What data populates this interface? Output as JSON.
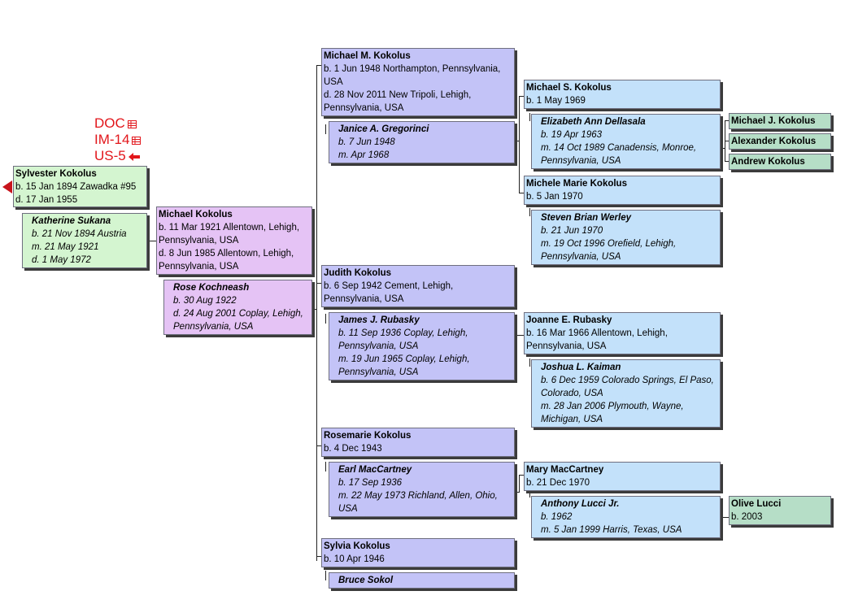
{
  "sources": {
    "doc": "DOC",
    "im": "IM-14",
    "us": "US-5"
  },
  "icons": {
    "doc": "table-icon",
    "im": "table-icon",
    "us": "arrow-left-icon",
    "nav": "triangle-left-icon"
  },
  "people": {
    "sylvester": {
      "name": "Sylvester Kokolus",
      "l1": "b. 15 Jan 1894 Zawadka #95",
      "l2": "d. 17 Jan 1955"
    },
    "katherine": {
      "name": "Katherine Sukana",
      "l1": "b. 21 Nov 1894 Austria",
      "l2": "m. 21 May 1921",
      "l3": "d. 1 May 1972"
    },
    "michael": {
      "name": "Michael Kokolus",
      "l1": "b. 11 Mar 1921 Allentown, Lehigh,",
      "l2": "Pennsylvania, USA",
      "l3": "d. 8 Jun 1985 Allentown, Lehigh,",
      "l4": "Pennsylvania, USA"
    },
    "rose": {
      "name": "Rose Kochneash",
      "l1": "b. 30 Aug 1922",
      "l2": "d. 24 Aug 2001 Coplay, Lehigh,",
      "l3": "Pennsylvania, USA"
    },
    "michaelm": {
      "name": "Michael M. Kokolus",
      "l1": "b. 1 Jun 1948 Northampton, Pennsylvania,",
      "l2": "USA",
      "l3": "d. 28 Nov 2011 New Tripoli, Lehigh,",
      "l4": "Pennsylvania, USA"
    },
    "janice": {
      "name": "Janice A. Gregorinci",
      "l1": "b. 7 Jun 1948",
      "l2": "m. Apr 1968"
    },
    "judith": {
      "name": "Judith Kokolus",
      "l1": "b. 6 Sep 1942 Cement, Lehigh,",
      "l2": "Pennsylvania, USA"
    },
    "james": {
      "name": "James J. Rubasky",
      "l1": "b. 11 Sep 1936 Coplay, Lehigh,",
      "l2": "Pennsylvania, USA",
      "l3": "m. 19 Jun 1965 Coplay, Lehigh,",
      "l4": "Pennsylvania, USA"
    },
    "rosemarie": {
      "name": "Rosemarie Kokolus",
      "l1": "b. 4 Dec 1943"
    },
    "earl": {
      "name": "Earl MacCartney",
      "l1": "b. 17 Sep 1936",
      "l2": "m. 22 May 1973 Richland, Allen, Ohio,",
      "l3": "USA"
    },
    "sylvia": {
      "name": "Sylvia Kokolus",
      "l1": "b. 10 Apr 1946"
    },
    "bruce": {
      "name": "Bruce Sokol"
    },
    "michaels": {
      "name": "Michael S. Kokolus",
      "l1": "b. 1 May 1969"
    },
    "elizabeth": {
      "name": "Elizabeth Ann Dellasala",
      "l1": "b. 19 Apr 1963",
      "l2": "m. 14 Oct 1989 Canadensis, Monroe,",
      "l3": "Pennsylvania, USA"
    },
    "michele": {
      "name": "Michele Marie Kokolus",
      "l1": "b. 5 Jan 1970"
    },
    "steven": {
      "name": "Steven Brian Werley",
      "l1": "b. 21 Jun 1970",
      "l2": "m. 19 Oct 1996 Orefield, Lehigh,",
      "l3": "Pennsylvania, USA"
    },
    "joanne": {
      "name": "Joanne E. Rubasky",
      "l1": "b. 16 Mar 1966 Allentown, Lehigh,",
      "l2": "Pennsylvania, USA"
    },
    "joshua": {
      "name": "Joshua L. Kaiman",
      "l1": "b. 6 Dec 1959 Colorado Springs, El Paso,",
      "l2": "Colorado, USA",
      "l3": "m. 28 Jan 2006 Plymouth, Wayne,",
      "l4": "Michigan, USA"
    },
    "mary": {
      "name": "Mary MacCartney",
      "l1": "b. 21 Dec 1970"
    },
    "anthony": {
      "name": "Anthony Lucci Jr.",
      "l1": "b. 1962",
      "l2": "m. 5 Jan 1999 Harris, Texas, USA"
    },
    "michaelj": {
      "name": "Michael J. Kokolus"
    },
    "alexander": {
      "name": "Alexander Kokolus"
    },
    "andrew": {
      "name": "Andrew Kokolus"
    },
    "olive": {
      "name": "Olive Lucci",
      "l1": "b. 2003"
    }
  }
}
